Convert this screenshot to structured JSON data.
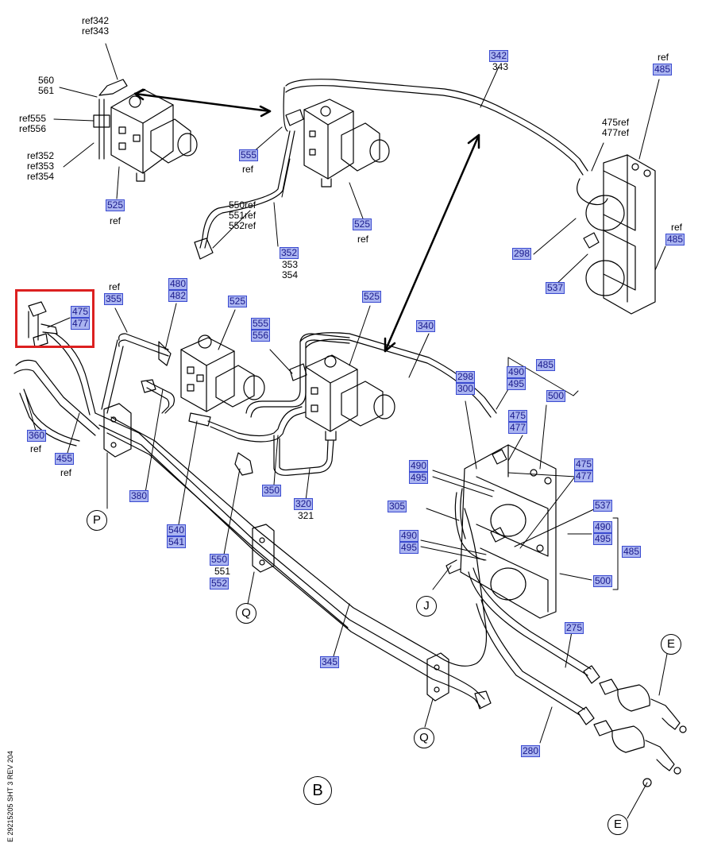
{
  "refs": {
    "ref342_343": [
      "ref342",
      "ref343"
    ],
    "r560_561": [
      "560",
      "561"
    ],
    "ref555_556": [
      "ref555",
      "ref556"
    ],
    "ref352_354": [
      "ref352",
      "ref353",
      "ref354"
    ],
    "ref_word": "ref",
    "r550_552": [
      "550ref",
      "551ref",
      "552ref"
    ],
    "r475_477ref": [
      "475ref",
      "477ref"
    ]
  },
  "tags": {
    "t525a": "525",
    "t555a": "555",
    "t525b": "525",
    "t352": "352",
    "t342": "342",
    "t485a": "485",
    "t298a": "298",
    "t537a": "537",
    "t485b": "485",
    "t475a": "475",
    "t477a": "477",
    "t355": "355",
    "t480": "480",
    "t482": "482",
    "t525c": "525",
    "t555b": "555",
    "t556": "556",
    "t525d": "525",
    "t340": "340",
    "t298b": "298",
    "t300": "300",
    "t490a": "490",
    "t495a": "495",
    "t485c": "485",
    "t475b": "475",
    "t477b": "477",
    "t500a": "500",
    "t360": "360",
    "t455": "455",
    "t380": "380",
    "t540": "540",
    "t541": "541",
    "t350": "350",
    "t320": "320",
    "t550": "550",
    "t552": "552",
    "t490b": "490",
    "t495b": "495",
    "t475c": "475",
    "t477c": "477",
    "t305": "305",
    "t537b": "537",
    "t490c": "490",
    "t495c": "495",
    "t490d": "490",
    "t495d": "495",
    "t485d": "485",
    "t500b": "500",
    "t275": "275",
    "t345": "345",
    "t280": "280"
  },
  "subs": {
    "s353_354": [
      "353",
      "354"
    ],
    "s343": "343",
    "s321": "321",
    "s551": "551"
  },
  "circles": {
    "P": "P",
    "Q1": "Q",
    "Q2": "Q",
    "J": "J",
    "E1": "E",
    "E2": "E",
    "B": "B"
  },
  "side_code": "E 29215205   SHT   3  REV  204",
  "colors": {
    "tag_fill": "#aab4f0",
    "tag_border": "#3a4ad0",
    "highlight": "#dc2020"
  }
}
